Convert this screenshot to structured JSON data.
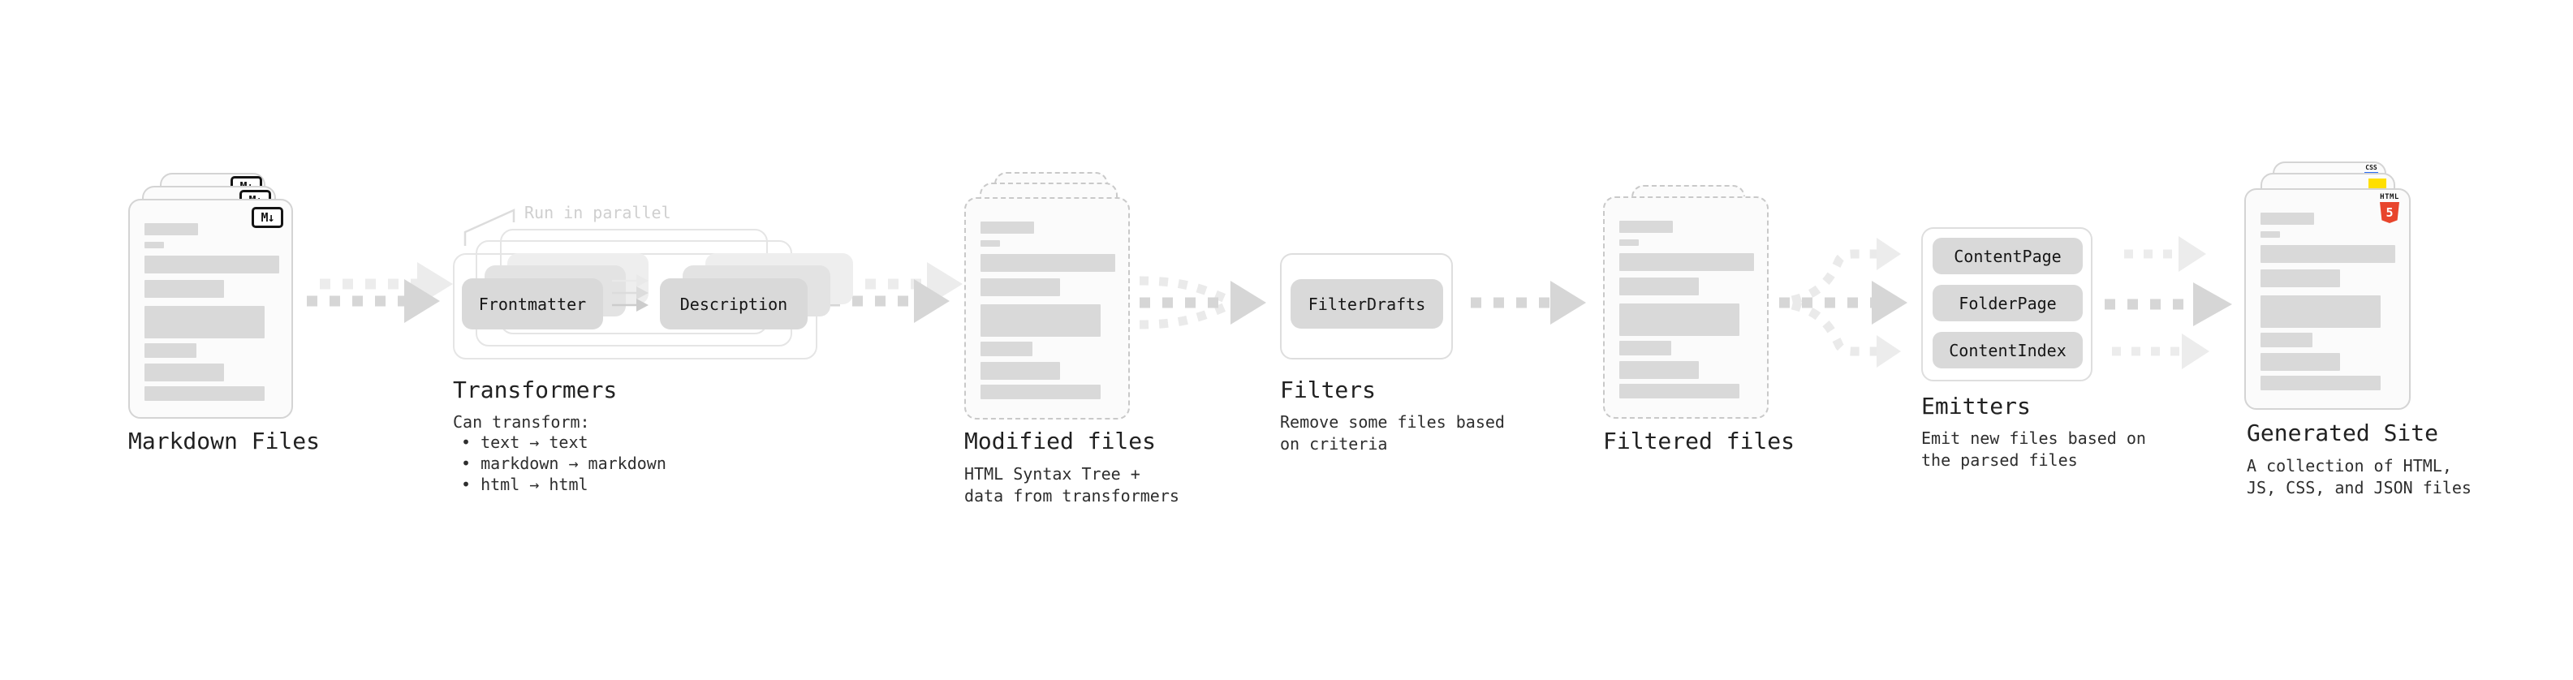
{
  "stages": {
    "markdown_files": {
      "title": "Markdown Files",
      "icon_label": "M↓"
    },
    "transformers": {
      "title": "Transformers",
      "note": "Run in parallel",
      "buttons": [
        "Frontmatter",
        "Description"
      ],
      "desc": "Can transform:",
      "bullets": [
        "• text → text",
        "• markdown → markdown",
        "• html → html"
      ]
    },
    "modified_files": {
      "title": "Modified files",
      "desc": "HTML Syntax Tree +\ndata from transformers"
    },
    "filters": {
      "title": "Filters",
      "button": "FilterDrafts",
      "desc": "Remove some files based\non criteria"
    },
    "filtered_files": {
      "title": "Filtered files"
    },
    "emitters": {
      "title": "Emitters",
      "buttons": [
        "ContentPage",
        "FolderPage",
        "ContentIndex"
      ],
      "desc": "Emit new files based on\nthe parsed files"
    },
    "generated_site": {
      "title": "Generated Site",
      "desc": "A collection of HTML,\nJS, CSS, and JSON files",
      "badges": {
        "css": "CSS",
        "html": "HTML",
        "html_number": "5"
      }
    }
  },
  "colors": {
    "bar": "#d9d9d9",
    "button_bg": "#d9d9d9",
    "arrow_dark": "#d6d6d6",
    "arrow_light": "#ececec",
    "html5_orange": "#e8452c",
    "js_yellow": "#ffdf00",
    "css_blue": "#2b6bf3"
  }
}
